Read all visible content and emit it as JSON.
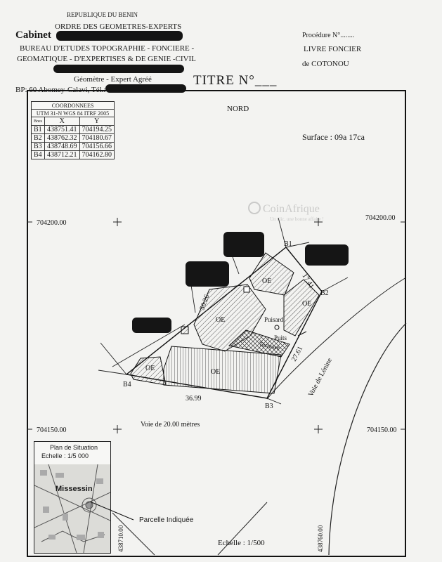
{
  "header": {
    "republic": "REPUBLIQUE DU BENIN",
    "order": "ORDRE DES GEOMETRES-EXPERTS",
    "cabinet": "Cabinet",
    "bureau": "BUREAU D'ETUDES TOPOGRAPHIE - FONCIERE -",
    "geomatique": "GEOMATIQUE - D'EXPERTISES & DE GENIE -CIVIL",
    "expert": "Géomètre - Expert Agréé",
    "bp": "BP: 60 Abomey-Calavi, Tél.:"
  },
  "procedure": {
    "line1": "Procédure N°........",
    "line2": "LIVRE FONCIER",
    "line3": "de COTONOU"
  },
  "titre": "TITRE N°___",
  "north": "NORD",
  "surface": "Surface : 09a 17ca",
  "watermark": {
    "brand": "CoinAfrique",
    "tagline": "Un clic, une bonne affaire !"
  },
  "coordinates": {
    "header": "COORDONNEES",
    "system": "UTM 31-N WGS 84 ITRF 2005",
    "col_bornes": "Bnes",
    "col_x": "X",
    "col_y": "Y",
    "rows": [
      {
        "id": "B1",
        "x": "438751.41",
        "y": "704194.25"
      },
      {
        "id": "B2",
        "x": "438762.32",
        "y": "704180.67"
      },
      {
        "id": "B3",
        "x": "438748.69",
        "y": "704156.66"
      },
      {
        "id": "B4",
        "x": "438712.21",
        "y": "704162.80"
      }
    ]
  },
  "grid": {
    "y_top_left": "704200.00",
    "y_top_right": "704200.00",
    "y_bottom_left": "704150.00",
    "y_bottom_right": "704150.00",
    "x_left": "438710.00",
    "x_right": "438760.00"
  },
  "plot": {
    "b1": "B1",
    "b2": "B2",
    "b3": "B3",
    "b4": "B4",
    "dist_b1b2": "17.41",
    "dist_b2b3": "27.61",
    "dist_b3b4": "36.99",
    "dist_b4b1": "50.26",
    "oe": "OE",
    "puisard": "Puisard",
    "puits": "Puits",
    "terrasse": "Terrasse"
  },
  "roads": {
    "voie_20": "Voie de 20.00 mètres",
    "voie_lenine": "Voie de Lénine"
  },
  "situation": {
    "title": "Plan de Situation",
    "scale": "Echelle : 1/5 000",
    "place": "Missessin",
    "parcel": "Parcelle Indiquée"
  },
  "scale": "Echelle : 1/500"
}
